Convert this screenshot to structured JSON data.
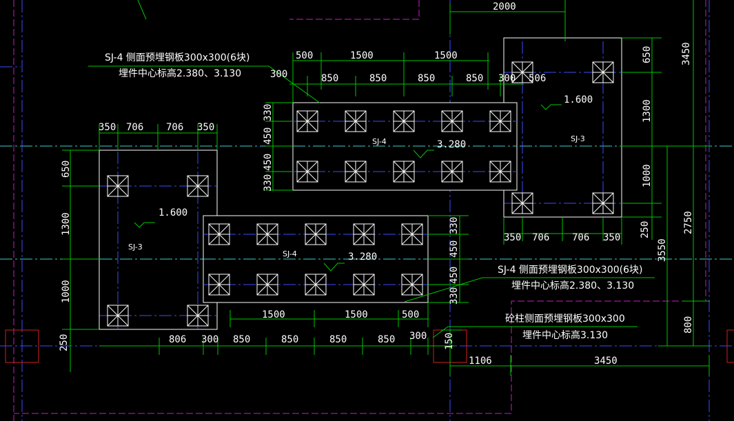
{
  "drawing": {
    "colors": {
      "background": "#000000",
      "axis": "#3b4cff",
      "outline": "#ffffff",
      "dimension": "#00c800",
      "border": "#c81cc8",
      "column": "#d02020",
      "text": "#ffffff"
    },
    "top_dims": {
      "d2000": "2000",
      "d3450": "3450"
    },
    "sj4_top": {
      "label": "SJ-4",
      "elevation": "3.280",
      "top_dims": [
        "500",
        "1500",
        "1500"
      ],
      "sub_dims": [
        "850",
        "850",
        "850",
        "850"
      ],
      "left_300": "300",
      "right_300": "300",
      "side_dims": [
        "330",
        "450",
        "450",
        "330"
      ]
    },
    "sj3_right": {
      "label": "SJ-3",
      "elevation": "1.600",
      "dim_506": "506",
      "bottom_dims": [
        "350",
        "706",
        "706",
        "350"
      ],
      "side_dims": [
        "650",
        "1300",
        "1000",
        "250"
      ]
    },
    "sj3_left": {
      "label": "SJ-3",
      "elevation": "1.600",
      "top_dims": [
        "350",
        "706",
        "706",
        "350"
      ],
      "side_dims": [
        "650",
        "1300",
        "1000",
        "250"
      ],
      "bottom_806": "806"
    },
    "sj4_bottom": {
      "label": "SJ-4",
      "elevation": "3.280",
      "top_dims": [
        "1500",
        "1500",
        "500"
      ],
      "bottom_dims": [
        "300",
        "850",
        "850",
        "850",
        "850",
        "300"
      ],
      "side_dims": [
        "330",
        "450",
        "450",
        "330"
      ]
    },
    "notes": {
      "n1_line1": "SJ-4 侧面预埋钢板300x300(6块)",
      "n1_line2": "埋件中心标高2.380、3.130",
      "n2_line1": "SJ-4 侧面预埋钢板300x300(6块)",
      "n2_line2": "埋件中心标高2.380、3.130",
      "n3_line1": "砼柱侧面预埋钢板300x300",
      "n3_line2": "埋件中心标高3.130"
    },
    "right_dims": {
      "d3550": "3550",
      "d2750": "2750",
      "d800": "800",
      "d150": "150",
      "d1106": "1106",
      "d3450b": "3450"
    }
  }
}
